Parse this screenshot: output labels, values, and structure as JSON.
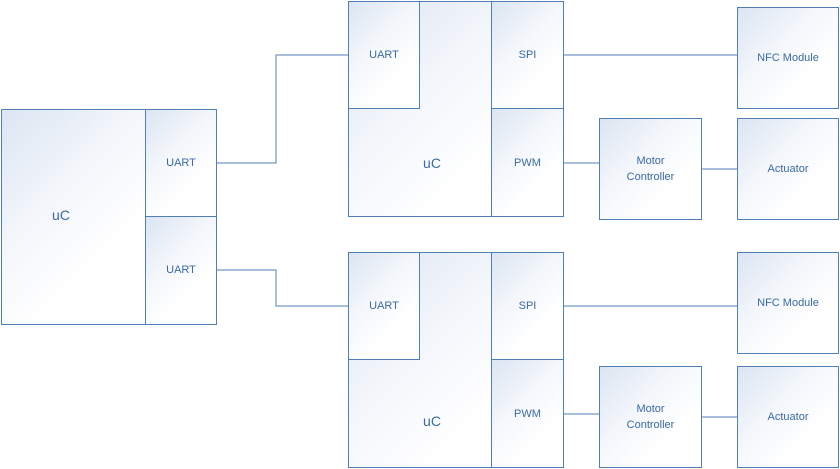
{
  "master": {
    "label": "uC",
    "uart_top": "UART",
    "uart_bottom": "UART"
  },
  "nodes": [
    {
      "uc": "uC",
      "uart": "UART",
      "spi": "SPI",
      "pwm": "PWM",
      "motor_line1": "Motor",
      "motor_line2": "Controller",
      "nfc": "NFC Module",
      "actuator": "Actuator"
    },
    {
      "uc": "uC",
      "uart": "UART",
      "spi": "SPI",
      "pwm": "PWM",
      "motor_line1": "Motor",
      "motor_line2": "Controller",
      "nfc": "NFC Module",
      "actuator": "Actuator"
    }
  ],
  "colors": {
    "line": "#4f7fb4",
    "text": "#3a6aa5",
    "fill_tint": "#dbe5f2"
  }
}
